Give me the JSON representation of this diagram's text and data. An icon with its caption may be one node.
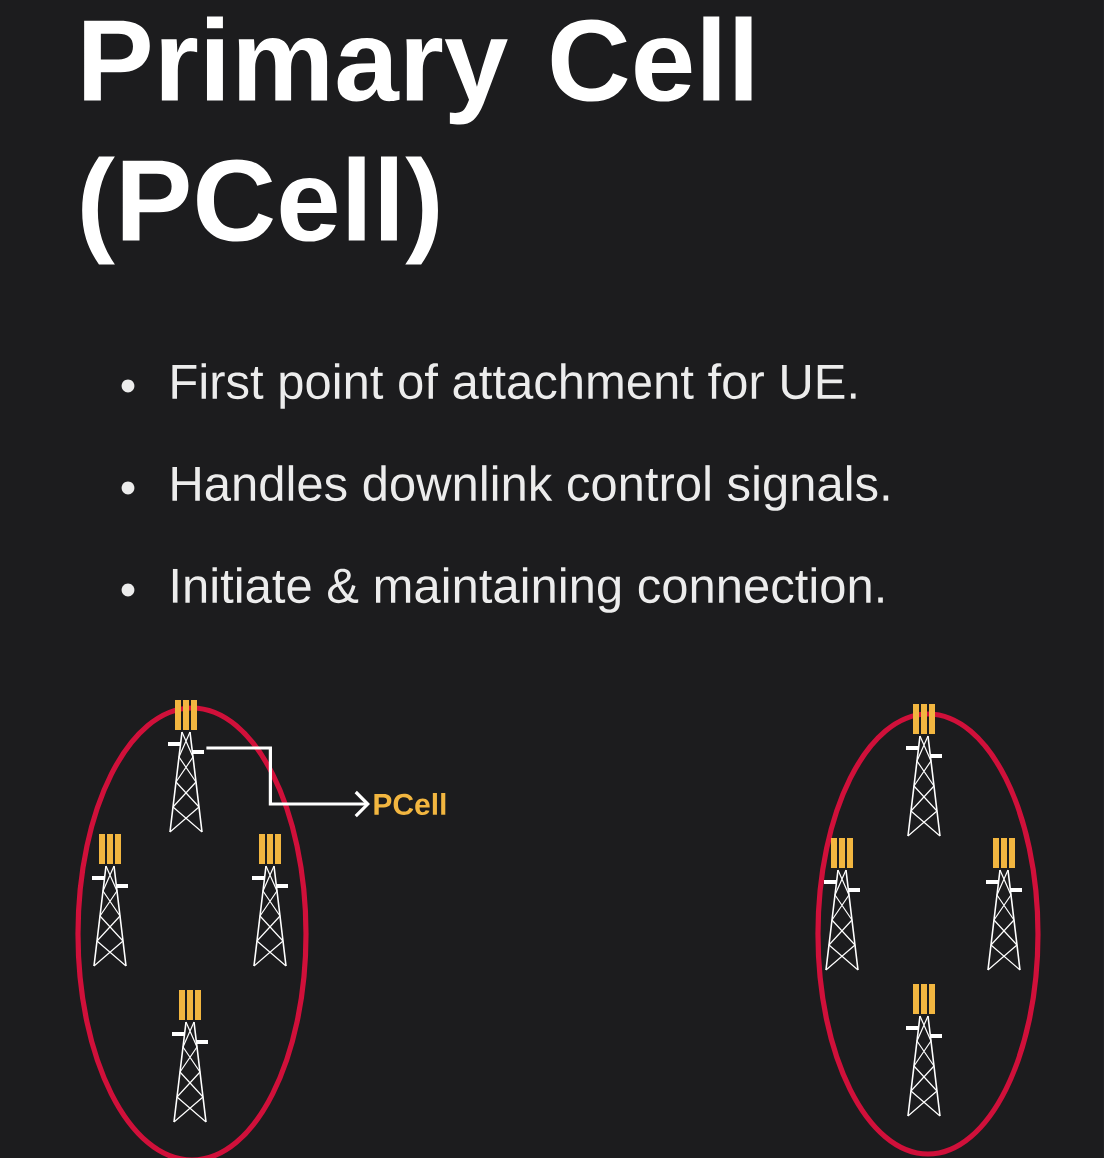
{
  "diagram": {
    "title": "Primary Cell (PCell)",
    "nodes": [
      {
        "text": [],
        "shape": "circle"
      },
      {
        "text": [],
        "shape": "picture",
        "in": 0
      },
      {
        "text": [],
        "shape": "picture",
        "in": 0
      },
      {
        "text": [],
        "shape": "picture",
        "in": 0
      },
      {
        "text": [],
        "shape": "picture",
        "in": 0
      },
      {
        "text": [
          "PCell"
        ]
      },
      {
        "text": [],
        "shape": "circle"
      },
      {
        "text": [],
        "shape": "picture",
        "in": 6
      },
      {
        "text": [],
        "shape": "picture",
        "in": 6
      },
      {
        "text": [],
        "shape": "picture",
        "in": 6
      },
      {
        "text": [],
        "shape": "picture",
        "in": 6
      }
    ],
    "edges": [
      {
        "from": 1,
        "to": 5,
        "arrow": "to"
      }
    ],
    "labels": [
      "First point of attachment for UE.",
      "Handles downlink control signals.",
      "Initiate & maintaining connection."
    ]
  }
}
